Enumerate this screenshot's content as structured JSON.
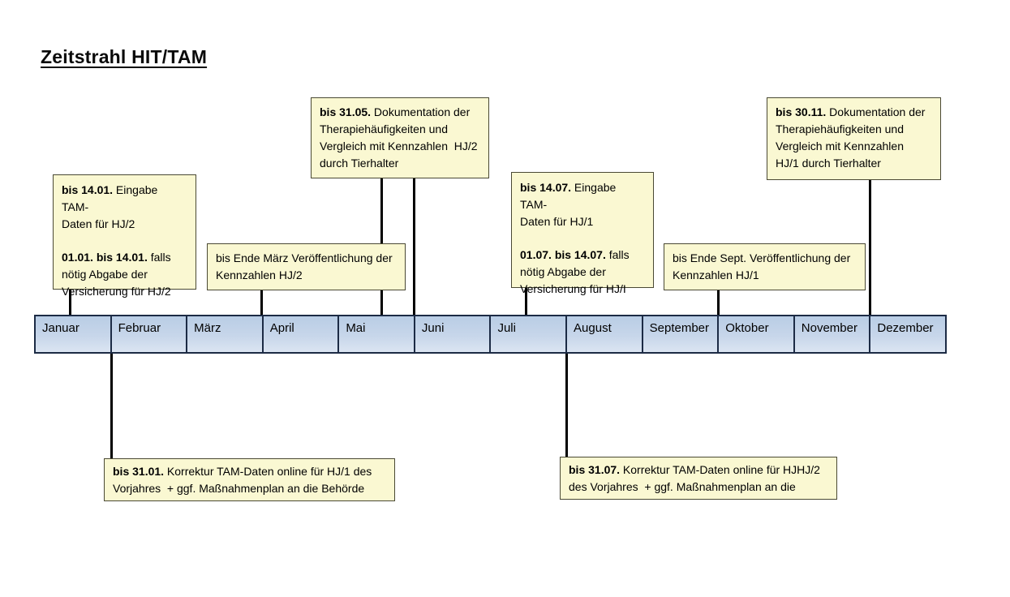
{
  "title": "Zeitstrahl HIT/TAM",
  "timeline": {
    "months": [
      "Januar",
      "Februar",
      "März",
      "April",
      "Mai",
      "Juni",
      "Juli",
      "August",
      "September",
      "Oktober",
      "November",
      "Dezember"
    ]
  },
  "notes": {
    "eingabe_hj2": {
      "p1": {
        "lead": "bis 14.01.",
        "rest": " Eingabe TAM-\nDaten für HJ/2"
      },
      "p2": {
        "lead": "01.01. bis 14.01.",
        "rest": " falls\nnötig Abgabe der\nVersicherung für HJ/2"
      }
    },
    "kennzahlen_hj2": {
      "p1": {
        "lead": "",
        "rest": "bis Ende März Veröffentlichung der\nKennzahlen HJ/2"
      }
    },
    "doku_hj2": {
      "p1": {
        "lead": "bis 31.05.",
        "rest": " Dokumentation der\nTherapiehäufigkeiten und\nVergleich mit Kennzahlen  HJ/2\ndurch Tierhalter"
      }
    },
    "eingabe_hj1": {
      "p1": {
        "lead": "bis 14.07.",
        "rest": " Eingabe TAM-\nDaten für HJ/1"
      },
      "p2": {
        "lead": "01.07. bis 14.07.",
        "rest": " falls\nnötig Abgabe der\nVersicherung für HJ/I"
      }
    },
    "kennzahlen_hj1": {
      "p1": {
        "lead": "",
        "rest": "bis Ende Sept. Veröffentlichung der\nKennzahlen HJ/1"
      }
    },
    "doku_hj1": {
      "p1": {
        "lead": "bis 30.11.",
        "rest": " Dokumentation der\nTherapiehäufigkeiten und\nVergleich mit Kennzahlen\nHJ/1 durch Tierhalter"
      }
    },
    "korrektur_hj1": {
      "p1": {
        "lead": "bis 31.01.",
        "rest": " Korrektur TAM-Daten online für HJ/1 des\nVorjahres  + ggf. Maßnahmenplan an die Behörde"
      }
    },
    "korrektur_hj2": {
      "p1": {
        "lead": "bis 31.07.",
        "rest": " Korrektur TAM-Daten online für HJHJ/2\ndes Vorjahres  + ggf. Maßnahmenplan an die"
      }
    }
  },
  "colors": {
    "note_background": "#faf8d2",
    "note_border": "#4a4934",
    "month_cell_top": "#b9cde5",
    "month_cell_bottom": "#dbe5f2",
    "cell_border": "#1c2b45",
    "connector": "#000000"
  }
}
